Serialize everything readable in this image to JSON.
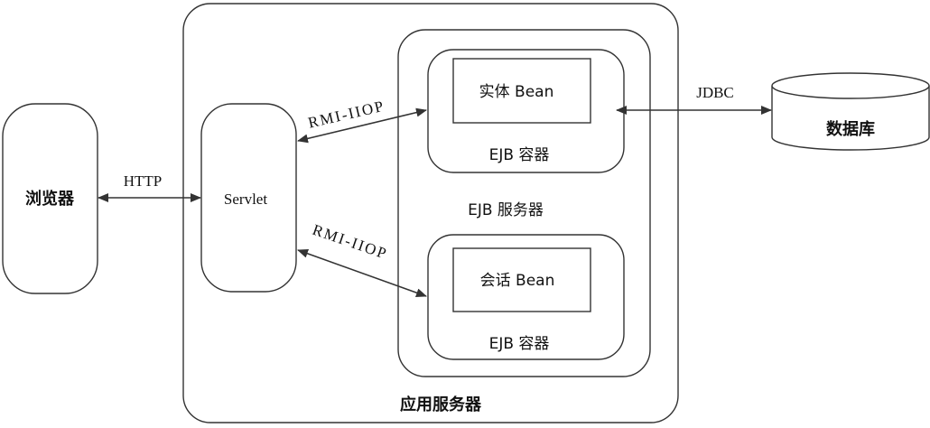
{
  "nodes": {
    "browser": "浏览器",
    "app_server": "应用服务器",
    "servlet": "Servlet",
    "ejb_server": "EJB  服务器",
    "entity_bean": "实体 Bean",
    "ejb_container_top": "EJB  容器",
    "session_bean": "会话 Bean",
    "ejb_container_bottom": "EJB  容器",
    "database": "数据库"
  },
  "edges": {
    "http": "HTTP",
    "rmi_iiop_top": "RMI-IIOP",
    "rmi_iiop_bottom": "RMI-IIOP",
    "jdbc": "JDBC"
  },
  "colors": {
    "stroke": "#333333",
    "background": "#ffffff"
  }
}
